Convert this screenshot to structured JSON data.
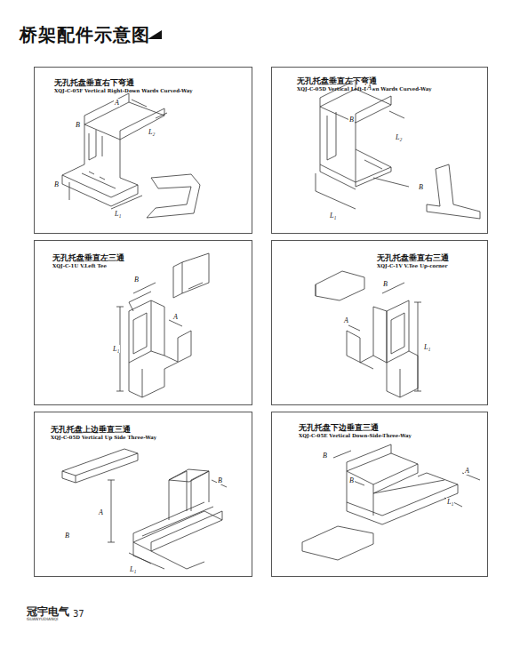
{
  "diagram": {
    "title": "桥架配件示意图",
    "nodes": [
      {
        "text": [
          "无孔托盘垂直右下弯通",
          "XQJ-C-05F Vertical Right-Down Wards Curved-Way"
        ]
      },
      {
        "text": [
          "无孔托盘垂直左下弯通",
          "XQJ-C-05D Vertical Left-Down Wards Curved-Way"
        ]
      },
      {
        "text": [
          "无孔托盘垂直左三通",
          "XQJ-C-1U V.Left Tee"
        ]
      },
      {
        "text": [
          "无孔托盘垂直右三通",
          "XQJ-C-1V V.Tee Up-corner"
        ]
      },
      {
        "text": [
          "无孔托盘上边垂直三通",
          "XQJ-C-05D Vertical Up Side Three-Way"
        ]
      },
      {
        "text": [
          "无孔托盘下边垂直三通",
          "XQJ-C-05E Vertical Down-Side-Three-Way"
        ]
      }
    ],
    "labels": [
      "A",
      "B",
      "L₂",
      "B",
      "L₁",
      "A",
      "B",
      "L₂",
      "L₁",
      "B",
      "L₁",
      "B",
      "A",
      "L₁",
      "B",
      "A",
      "B",
      "L₁",
      "A",
      "B",
      "L₁",
      "B",
      "B",
      "A",
      "冠宇电气",
      "GUANYUDIANQI",
      "37"
    ]
  }
}
